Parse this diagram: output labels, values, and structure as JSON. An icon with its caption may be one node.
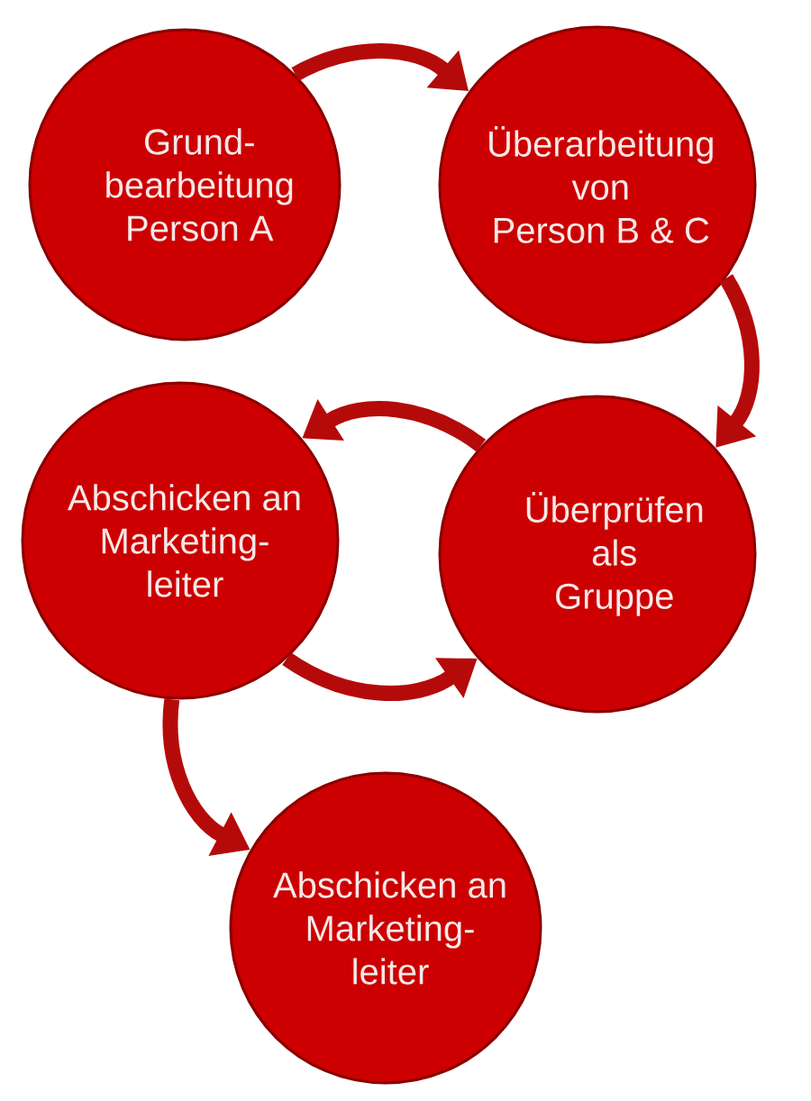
{
  "diagram": {
    "nodes": [
      {
        "text": [
          "Grund- bearbeitung Person A"
        ]
      },
      {
        "text": [
          "Überarbeitung von Person B & C"
        ]
      },
      {
        "text": [
          "Abschicken an Marketing- leiter"
        ]
      },
      {
        "text": [
          "Überprüfen als Gruppe"
        ]
      },
      {
        "text": [
          "Abschicken an Marketing- leiter"
        ]
      }
    ],
    "edges": [
      {
        "from": 0,
        "to": 1,
        "arrow": "to"
      },
      {
        "from": 1,
        "to": 3,
        "arrow": "to"
      },
      {
        "from": 3,
        "to": 2,
        "arrow": "to"
      },
      {
        "from": 2,
        "to": 3,
        "arrow": "to"
      },
      {
        "from": 2,
        "to": 4,
        "arrow": "to"
      }
    ]
  }
}
